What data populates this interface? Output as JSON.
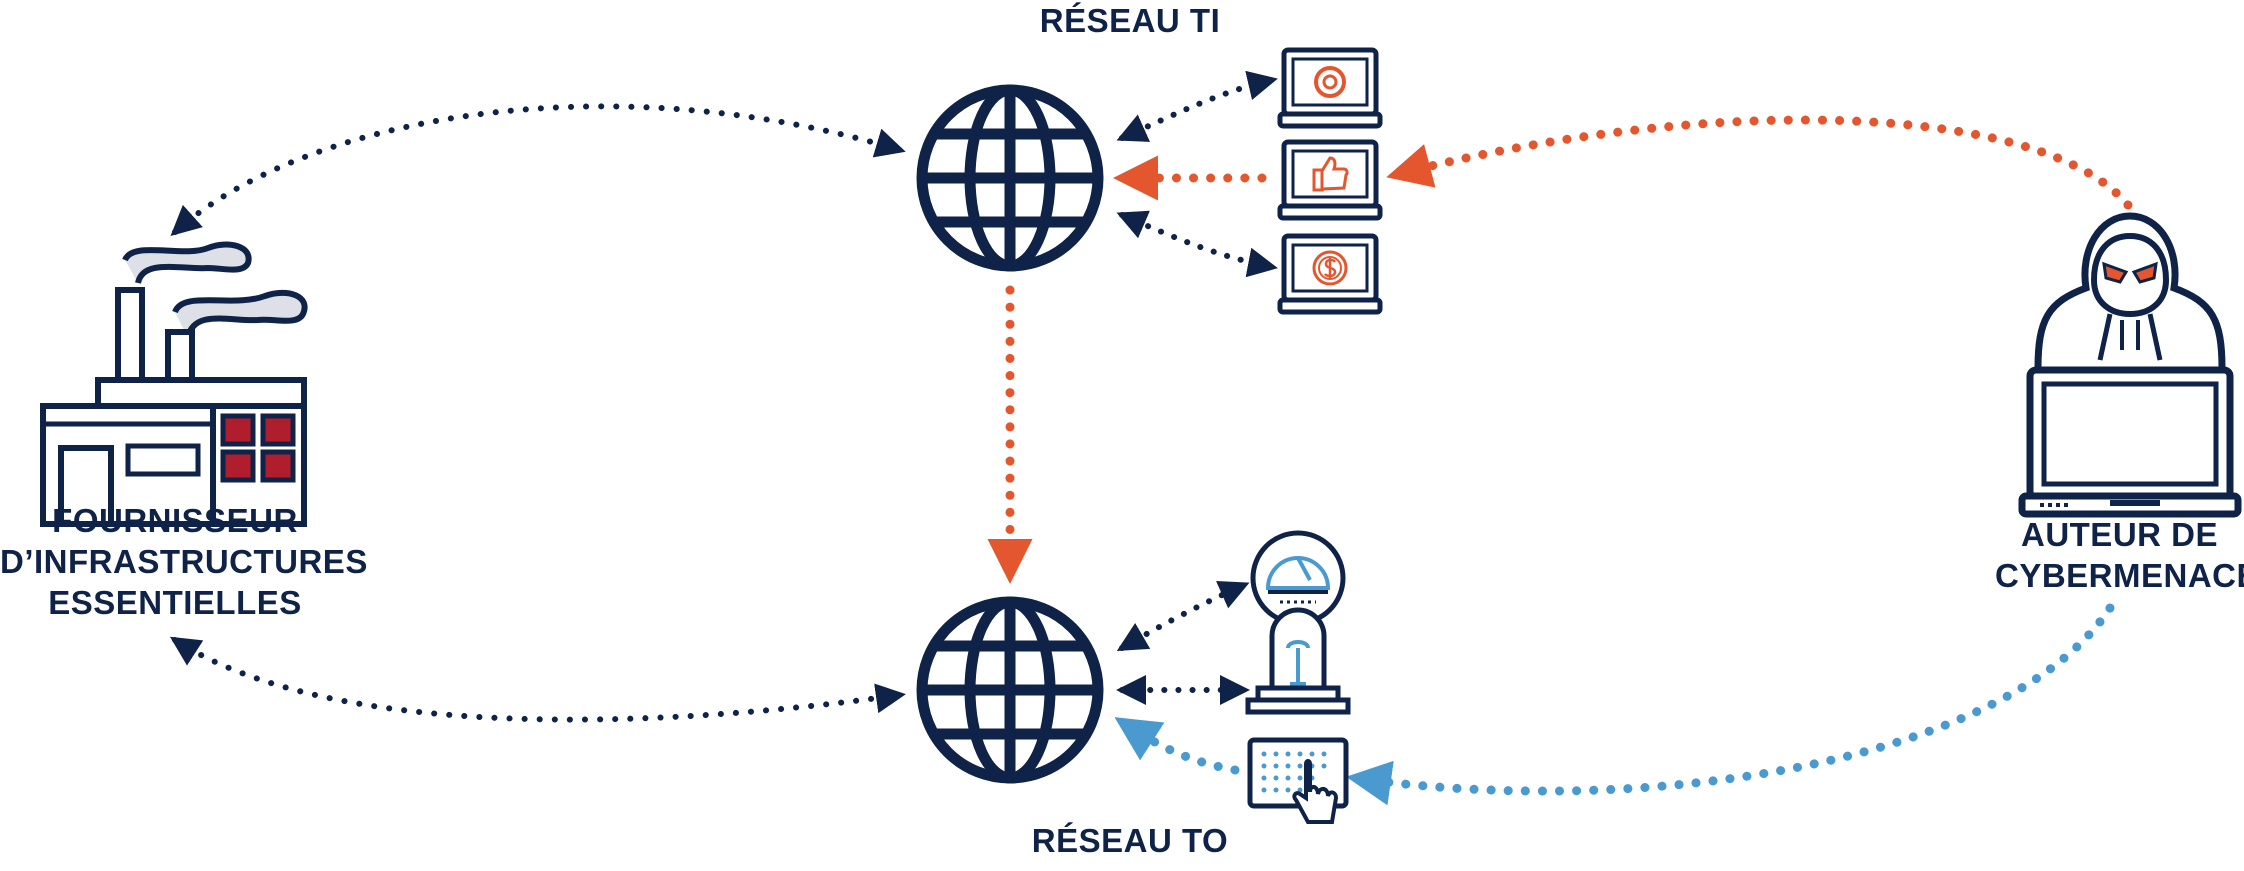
{
  "labels": {
    "it_network": "RÉSEAU TI",
    "ot_network": "RÉSEAU TO",
    "provider": [
      "FOURNISSEUR",
      "D’INFRASTRUCTURES",
      "ESSENTIELLES"
    ],
    "threat_actor": [
      "AUTEUR DE",
      "CYBERMENACE"
    ]
  },
  "icons": {
    "it_network": "globe-icon",
    "ot_network": "globe-icon",
    "provider": "factory-icon",
    "threat_actor": "hooded-hacker-laptop-icon",
    "it_devices": [
      "laptop-email-icon",
      "laptop-thumbs-up-icon",
      "laptop-dollar-icon"
    ],
    "ot_devices": [
      "gauge-icon",
      "control-valve-icon",
      "touch-keypad-icon"
    ]
  },
  "colors": {
    "navy": "#0f2247",
    "orange": "#e4572e",
    "blue": "#4a9ad0",
    "grey_smoke": "#dde0e6",
    "red_window": "#b01e2e"
  }
}
